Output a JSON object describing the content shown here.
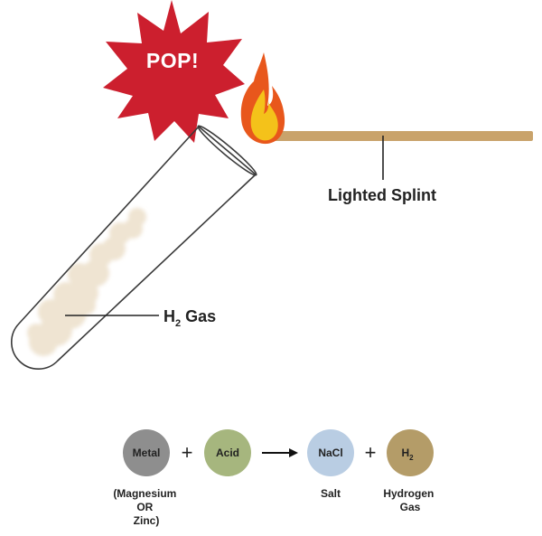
{
  "burst": {
    "text": "POP!",
    "color": "#cc1f2e"
  },
  "splint": {
    "label": "Lighted Splint",
    "wood_color": "#c9a36b",
    "flame_outer_color": "#e8571c",
    "flame_inner_color": "#f4c21a"
  },
  "tube": {
    "gas_label_prefix": "H",
    "gas_label_subscript": "2",
    "gas_label_suffix": "Gas",
    "gas_color": "#efe4d2"
  },
  "equation": {
    "terms": [
      {
        "label": "Metal",
        "color": "#8e8e8e",
        "caption": [
          "(Magnesium",
          "OR",
          "Zinc)"
        ]
      },
      {
        "label": "Acid",
        "color": "#a6b67e",
        "caption": []
      },
      {
        "label": "NaCl",
        "color": "#b9cde3",
        "caption": [
          "Salt"
        ]
      },
      {
        "label_main": "H",
        "label_sub": "2",
        "color": "#b49c68",
        "caption": [
          "Hydrogen",
          "Gas"
        ]
      }
    ],
    "plus_sign": "+"
  }
}
